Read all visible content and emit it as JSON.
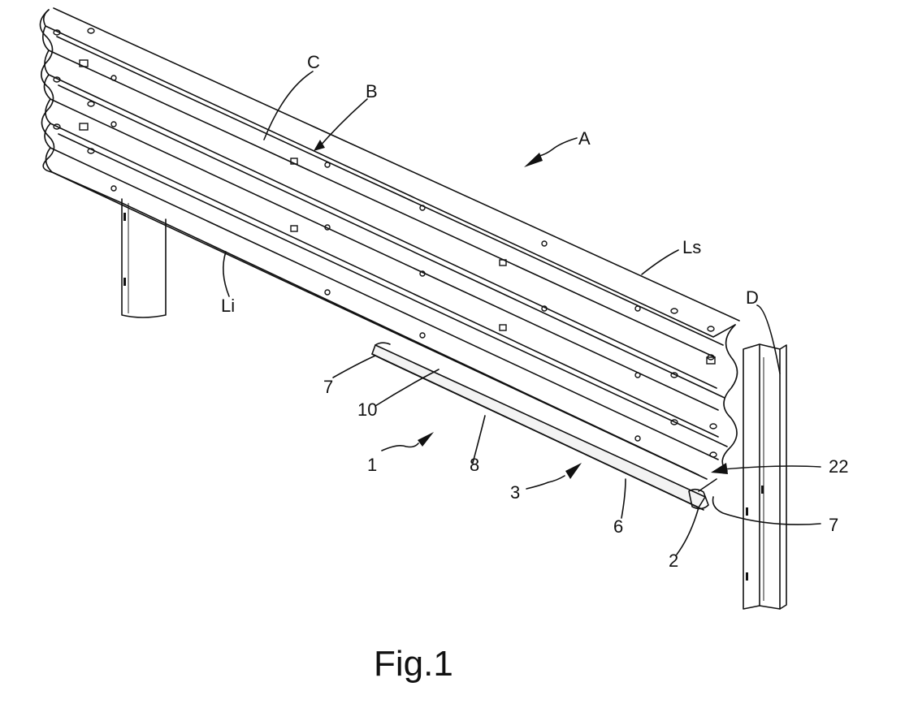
{
  "figure": {
    "caption": "Fig.1",
    "labels": {
      "A": "A",
      "B": "B",
      "C": "C",
      "D": "D",
      "Ls": "Ls",
      "Li": "Li",
      "n1": "1",
      "n2": "2",
      "n3": "3",
      "n6": "6",
      "n7a": "7",
      "n7b": "7",
      "n8": "8",
      "n10": "10",
      "n22": "22"
    }
  }
}
